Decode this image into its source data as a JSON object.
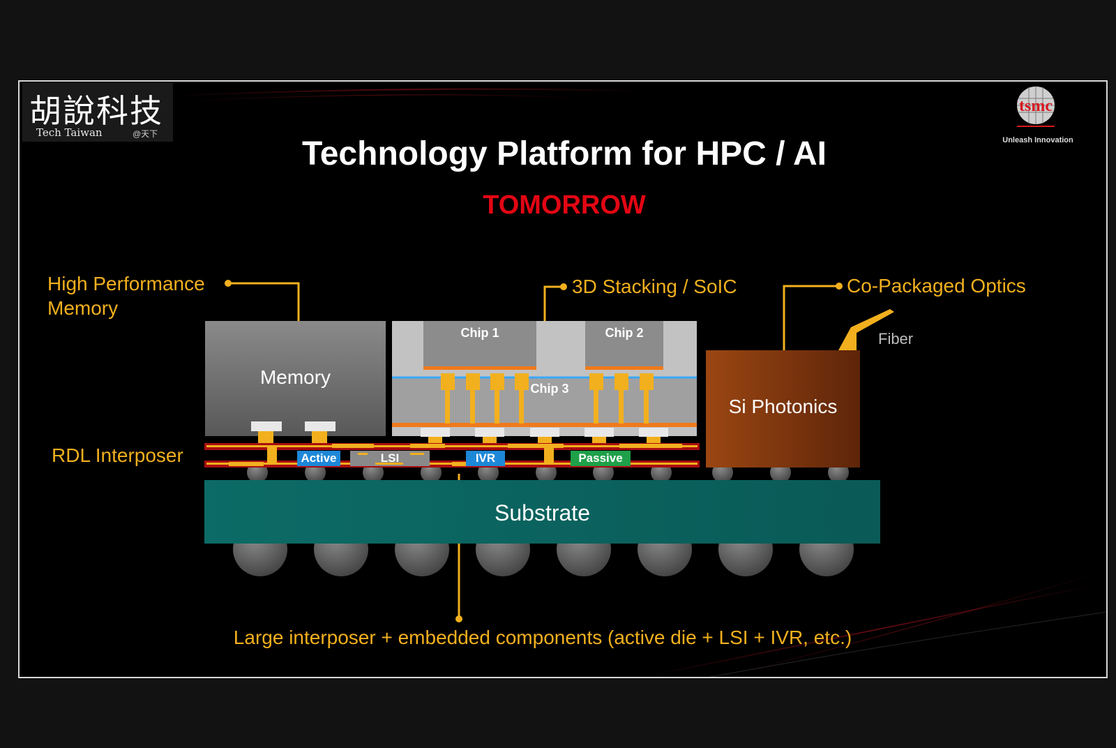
{
  "watermark": {
    "name_cjk": "胡說科技",
    "name_en": "Tech Taiwan",
    "handle": "@天下"
  },
  "logo": {
    "brand": "tsmc",
    "tagline": "Unleash Innovation"
  },
  "title": "Technology Platform for HPC / AI",
  "subtitle": "TOMORROW",
  "callouts": {
    "hbm_line1": "High Performance",
    "hbm_line2": "Memory",
    "soic": "3D Stacking / SoIC",
    "cpo": "Co-Packaged Optics",
    "rdl": "RDL Interposer",
    "bottom": "Large interposer + embedded components (active die + LSI + IVR, etc.)"
  },
  "blocks": {
    "memory": "Memory",
    "chip1": "Chip 1",
    "chip2": "Chip 2",
    "chip3": "Chip 3",
    "photonics": "Si Photonics",
    "fiber": "Fiber",
    "substrate": "Substrate"
  },
  "embedded": {
    "active": "Active",
    "lsi": "LSI",
    "ivr": "IVR",
    "passive": "Passive"
  },
  "colors": {
    "callout": "#f2b01e",
    "accent_red": "#e30613",
    "substrate": "#0f6a66",
    "photonics": "#8a3a10",
    "active_tag": "#1e88d8",
    "passive_tag": "#1fa04a"
  }
}
